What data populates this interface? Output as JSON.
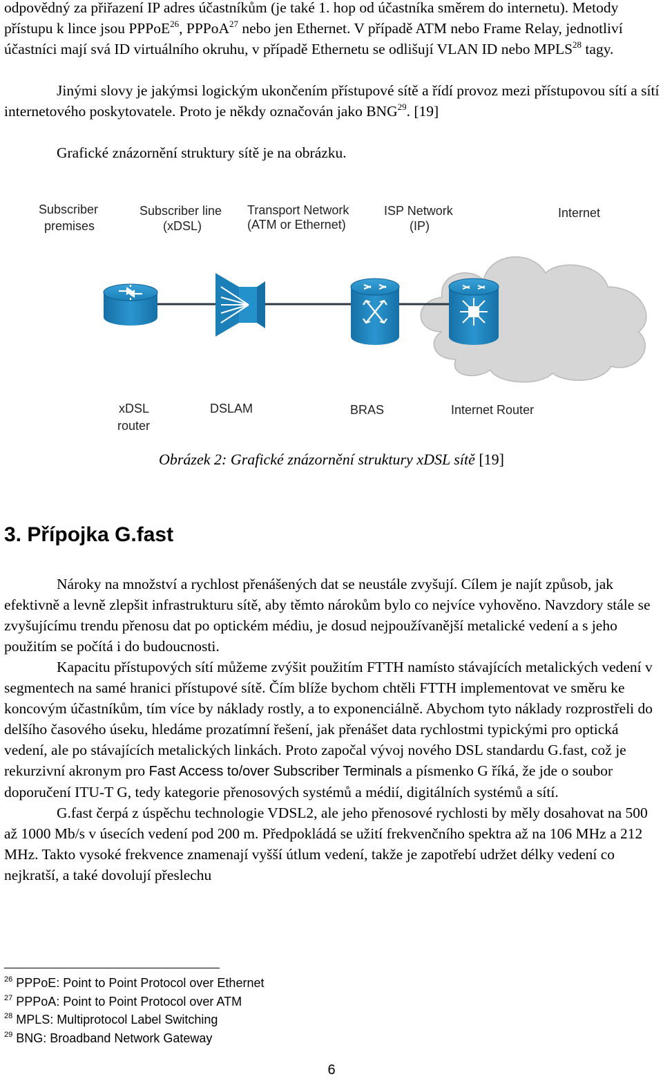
{
  "top_text": {
    "p1": {
      "a": "odpovědný za přiřazení IP adres účastníkům (je také 1. hop od účastníka směrem do internetu). Metody přístupu k lince jsou PPPoE",
      "fn26": "26",
      "b": ", PPPoA",
      "fn27": "27",
      "c": " nebo jen Ethernet. V případě ATM nebo Frame Relay, jednotliví účastníci mají svá ID virtuálního okruhu, v případě Ethernetu se odlišují VLAN ID nebo MPLS",
      "fn28": "28",
      "d": " tagy."
    },
    "p2": {
      "a": "Jinými slovy je jakýmsi logickým ukončením přístupové sítě a řídí provoz mezi přístupovou sítí a sítí internetového poskytovatele. Proto je někdy označován jako BNG",
      "fn29": "29",
      "b": ". [19]"
    },
    "p3": "Grafické znázornění struktury sítě je na obrázku."
  },
  "figure": {
    "segments": {
      "subscriber_premises": [
        "Subscriber",
        "premises"
      ],
      "subscriber_line": [
        "Subscriber line",
        "(xDSL)"
      ],
      "transport_network": [
        "Transport Network",
        "(ATM or Ethernet)"
      ],
      "isp_network": [
        "ISP Network",
        "(IP)"
      ],
      "internet": "Internet"
    },
    "devices": {
      "xdsl_router": [
        "xDSL",
        "router"
      ],
      "dslam": "DSLAM",
      "bras": "BRAS",
      "internet_router": "Internet Router"
    },
    "colors": {
      "device_blue": "#1f8ac4",
      "cloud_grey": "#d6d6d6"
    },
    "caption": {
      "italic": "Obrázek 2: Grafické znázornění struktury xDSL sítě",
      "ref": "[19]"
    }
  },
  "section": {
    "number": "3.",
    "title": "Přípojka G.fast"
  },
  "body": {
    "p1": "Nároky na množství a rychlost přenášených dat se neustále zvyšují. Cílem je najít způsob, jak efektivně a levně zlepšit infrastrukturu sítě, aby těmto nárokům bylo co nejvíce vyhověno. Navzdory stále se zvyšujícímu trendu přenosu dat po optickém médiu, je dosud nejpoužívanější metalické vedení a s jeho použitím se počítá i do budoucnosti.",
    "p2": {
      "a": "Kapacitu přístupových sítí můžeme zvýšit použitím FTTH namísto stávajících metalických vedení v segmentech na samé hranici přístupové sítě. Čím blíže bychom chtěli FTTH implementovat ve směru ke koncovým účastníkům, tím více by náklady rostly, a to exponenciálně. Abychom tyto náklady rozprostřeli do delšího časového úseku, hledáme prozatímní řešení, jak přenášet data rychlostmi typickými pro optická vedení, ale po stávajících metalických linkách. Proto započal vývoj nového DSL standardu G.fast, což je rekurzivní akronym pro ",
      "sans": "Fast Access to/over Subscriber Terminals",
      "b": " a písmenko G říká, že jde o soubor doporučení ITU-T G, tedy kategorie přenosových systémů a médií, digitálních systémů a sítí."
    },
    "p3": "G.fast čerpá z úspěchu technologie VDSL2, ale jeho přenosové rychlosti by měly dosahovat na 500 až 1000 Mb/s v úsecích vedení pod 200 m. Předpokládá se užití frekvenčního spektra až na 106 MHz a 212 MHz. Takto vysoké frekvence znamenají vyšší útlum vedení, takže je zapotřebí udržet délky vedení co nejkratší, a také dovolují přeslechu"
  },
  "footnotes": [
    {
      "num": "26",
      "text": "PPPoE: Point to Point Protocol over Ethernet"
    },
    {
      "num": "27",
      "text": "PPPoA: Point to Point Protocol over ATM"
    },
    {
      "num": "28",
      "text": "MPLS: Multiprotocol Label Switching"
    },
    {
      "num": "29",
      "text": "BNG: Broadband Network Gateway"
    }
  ],
  "page_number": "6"
}
